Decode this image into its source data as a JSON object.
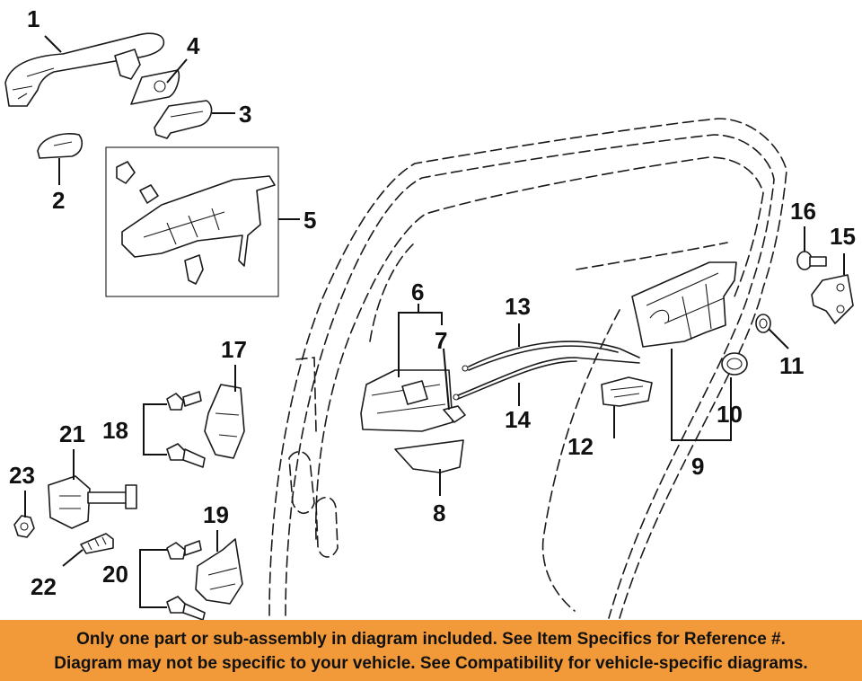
{
  "callouts": {
    "c1": "1",
    "c2": "2",
    "c3": "3",
    "c4": "4",
    "c5": "5",
    "c6": "6",
    "c7": "7",
    "c8": "8",
    "c9": "9",
    "c10": "10",
    "c11": "11",
    "c12": "12",
    "c13": "13",
    "c14": "14",
    "c15": "15",
    "c16": "16",
    "c17": "17",
    "c18": "18",
    "c19": "19",
    "c20": "20",
    "c21": "21",
    "c22": "22",
    "c23": "23"
  },
  "footer": {
    "line1": "Only one part or sub-assembly in diagram included. See Item Specifics for Reference #.",
    "line2": "Diagram may not be specific to your vehicle. See Compatibility for vehicle-specific diagrams."
  },
  "colors": {
    "footer_bg": "#f29a3a",
    "ink": "#111111"
  }
}
